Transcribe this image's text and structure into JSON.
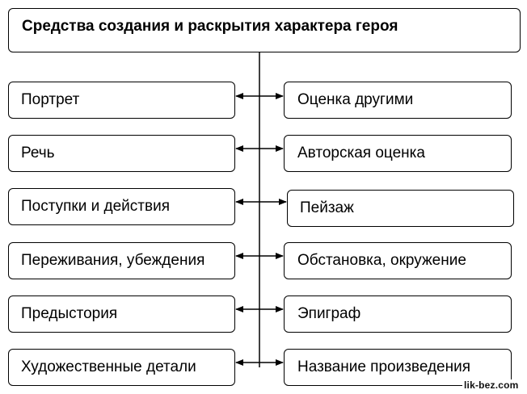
{
  "title": "Средства создания и раскрытия характера героя",
  "left_items": [
    "Портрет",
    "Речь",
    "Поступки и действия",
    "Переживания, убеждения",
    "Предыстория",
    "Художественные детали"
  ],
  "right_items": [
    "Оценка другими",
    "Авторская оценка",
    "Пейзаж",
    "Обстановка, окружение",
    "Эпиграф",
    "Название произведения"
  ],
  "watermark": "lik-bez.com"
}
